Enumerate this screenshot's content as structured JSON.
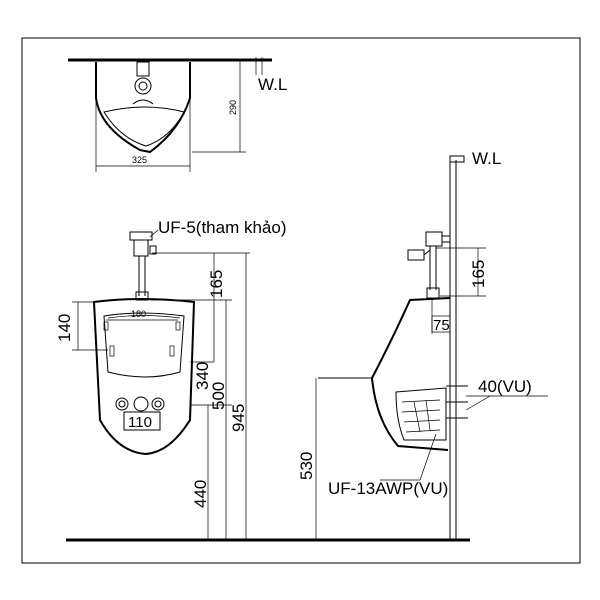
{
  "labels": {
    "wl_top": "W.L",
    "wl_side": "W.L",
    "flush_valve": "UF-5(tham khảo)",
    "trap": "UF-13AWP(VU)",
    "outlet": "40(VU)"
  },
  "dimensions": {
    "top_depth": "290",
    "top_width": "325",
    "valve_height": "165",
    "spreader_height": "140",
    "spreader_width": "180",
    "bowl_height": "340",
    "rim_height": "500",
    "total_height": "945",
    "bracket_spacing": "110",
    "floor_to_outlet": "440",
    "floor_to_rim_side": "530",
    "side_valve_height": "165",
    "side_offset": "75"
  }
}
